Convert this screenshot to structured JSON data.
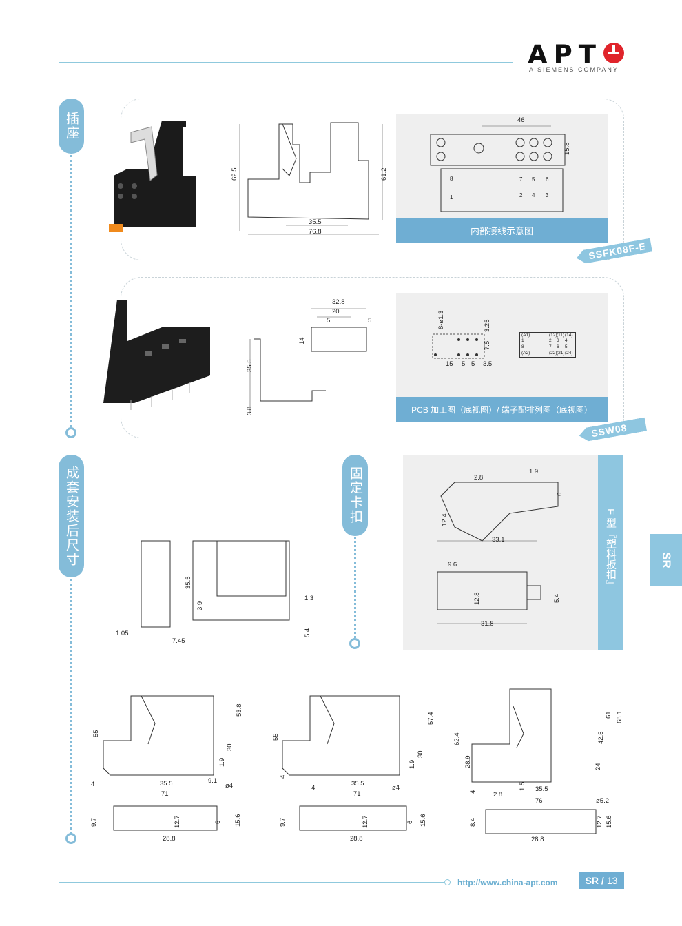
{
  "brand": {
    "logo": "APT",
    "tagline": "A SIEMENS COMPANY"
  },
  "sections": {
    "socket": "插座",
    "assembly": "成套安装后尺寸",
    "clip": "固定卡扣"
  },
  "panels": {
    "wiring_caption": "内部接线示意图",
    "pcb_caption": "PCB 加工图（底视图）/ 端子配排列图（底视图）",
    "clip_caption": "F 型『塑料扳扣』"
  },
  "models": [
    "SSFK08F-E",
    "SSW08"
  ],
  "wiring_terminals": [
    "8",
    "1",
    "7",
    "5",
    "6",
    "2",
    "4",
    "3"
  ],
  "pcb_terminals": [
    "(A1)",
    "1",
    "8",
    "(A2)",
    "(12)",
    "(11)",
    "(14)",
    "2",
    "3",
    "4",
    "7",
    "6",
    "5",
    "(22)",
    "(21)",
    "(24)"
  ],
  "dims": {
    "d1": [
      "62.5",
      "61.2",
      "35.5",
      "76.8"
    ],
    "d2": [
      "32.8",
      "20",
      "5",
      "5",
      "14",
      "35.5",
      "3.8"
    ],
    "p1": [
      "46",
      "15.8"
    ],
    "p2": [
      "8-ø1.3",
      "3.25",
      "7.5",
      "15",
      "5",
      "5",
      "3.5"
    ],
    "asm": [
      "35.5",
      "3.9",
      "1.3",
      "1.05",
      "7.45",
      "5.4"
    ],
    "clip": [
      "2.8",
      "1.9",
      "6",
      "12.4",
      "33.1",
      "9.6",
      "12.8",
      "5.4",
      "31.8"
    ],
    "b1": [
      "55",
      "53.8",
      "30",
      "1.9",
      "4",
      "35.5",
      "9.1",
      "ø4",
      "71",
      "9.7",
      "12.7",
      "6",
      "15.6",
      "28.8"
    ],
    "b2": [
      "55",
      "57.4",
      "30",
      "1.9",
      "4",
      "4",
      "35.5",
      "ø4",
      "71",
      "9.7",
      "12.7",
      "6",
      "15.6",
      "28.8"
    ],
    "b3": [
      "62.4",
      "28.9",
      "61",
      "68.1",
      "42.5",
      "24",
      "1.5",
      "4",
      "2.8",
      "35.5",
      "76",
      "ø5.2",
      "8.4",
      "12.7",
      "15.6",
      "28.8"
    ]
  },
  "side_tab": "SR",
  "footer": {
    "url": "http://www.china-apt.com",
    "section": "SR /",
    "page": "13"
  },
  "colors": {
    "accent": "#84bcd9",
    "band": "#6faed3",
    "logo_red": "#e0242b"
  }
}
